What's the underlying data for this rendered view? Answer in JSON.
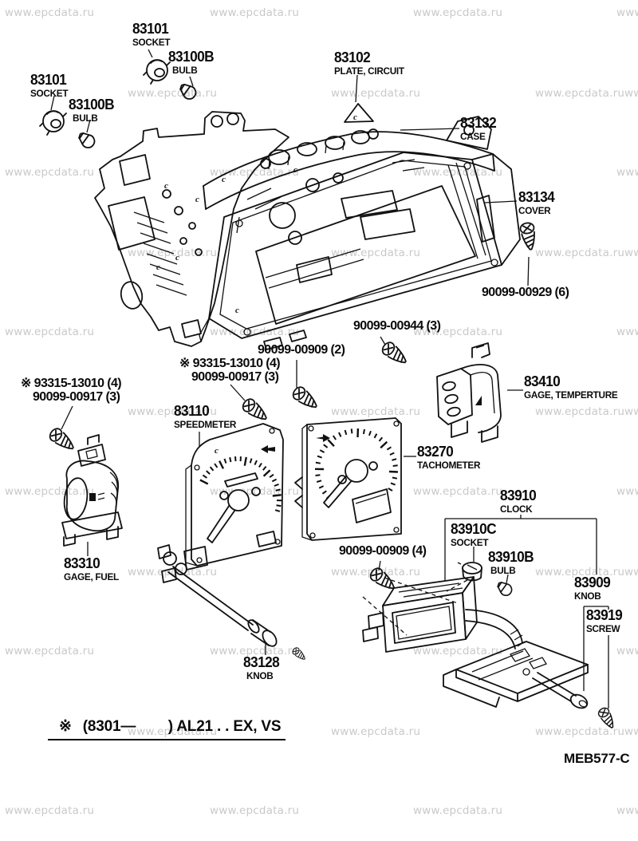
{
  "watermark": {
    "text": "www.epcdata.ru",
    "color": "#c9c9c9"
  },
  "diagram": {
    "code": "MEB577-C",
    "clip_mark": "c"
  },
  "footnote": {
    "marker": "※",
    "text": "(8301—        ) AL21 . . EX, VS"
  },
  "parts": {
    "socket_top": {
      "number": "83101",
      "name": "SOCKET"
    },
    "bulb_top": {
      "number": "83100B",
      "name": "BULB"
    },
    "socket_left": {
      "number": "83101",
      "name": "SOCKET"
    },
    "bulb_left": {
      "number": "83100B",
      "name": "BULB"
    },
    "circuit_plate": {
      "number": "83102",
      "name": "PLATE, CIRCUIT"
    },
    "case": {
      "number": "83132",
      "name": "CASE"
    },
    "cover": {
      "number": "83134",
      "name": "COVER"
    },
    "speedometer": {
      "number": "83110",
      "name": "SPEEDMETER"
    },
    "tachometer": {
      "number": "83270",
      "name": "TACHOMETER"
    },
    "temp_gauge": {
      "number": "83410",
      "name": "GAGE, TEMPERTURE"
    },
    "fuel_gauge": {
      "number": "83310",
      "name": "GAGE, FUEL"
    },
    "clock": {
      "number": "83910",
      "name": "CLOCK"
    },
    "clock_socket": {
      "number": "83910C",
      "name": "SOCKET"
    },
    "clock_bulb": {
      "number": "83910B",
      "name": "BULB"
    },
    "clock_knob": {
      "number": "83909",
      "name": "KNOB"
    },
    "clock_screw": {
      "number": "83919",
      "name": "SCREW"
    },
    "trip_knob": {
      "number": "83128",
      "name": "KNOB"
    },
    "screw_cover": {
      "number": "90099-00929 (6)"
    },
    "screw_case": {
      "number": "90099-00944 (3)"
    },
    "screw_909_2": {
      "number": "90099-00909 (2)"
    },
    "screw_909_4": {
      "number": "90099-00909 (4)"
    },
    "screw_set_right": {
      "line1": "※ 93315-13010 (4)",
      "line2": "90099-00917 (3)"
    },
    "screw_set_left": {
      "line1": "※ 93315-13010 (4)",
      "line2": "90099-00917 (3)"
    }
  }
}
